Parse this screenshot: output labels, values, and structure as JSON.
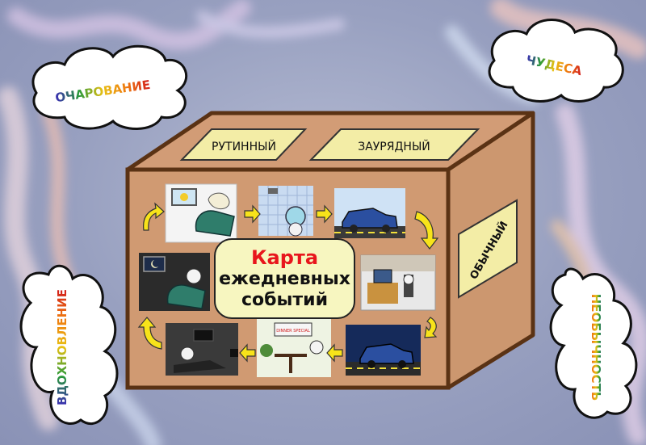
{
  "clouds": {
    "top_left": "ОЧАРОВАНИЕ",
    "top_right": "ЧУДЕСА",
    "left": "ВДОХНОВЛЕНИЕ",
    "right": "НЕОБЫЧНОСТЬ"
  },
  "box": {
    "top_left_label": "РУТИННЫЙ",
    "top_right_label": "ЗАУРЯДНЫЙ",
    "side_label": "ОБЫЧНЫЙ",
    "center_line1": "Карта",
    "center_line2": "ежедневных",
    "center_line3": "событий",
    "menu_board": "DINNER SPECIAL"
  },
  "colors": {
    "box_front": "#d09a72",
    "box_top": "#d29c76",
    "box_side": "#cc976f",
    "box_outline": "#5a3214",
    "label_plate": "#f3eda6",
    "arrow": "#f7e31a",
    "center_title": "#e8161c"
  },
  "scenes": [
    "wake-up-bed",
    "shower",
    "drive-to-work",
    "office-desk",
    "drive-home-night",
    "dinner-restaurant",
    "watch-tv",
    "sleep-bed-night"
  ]
}
